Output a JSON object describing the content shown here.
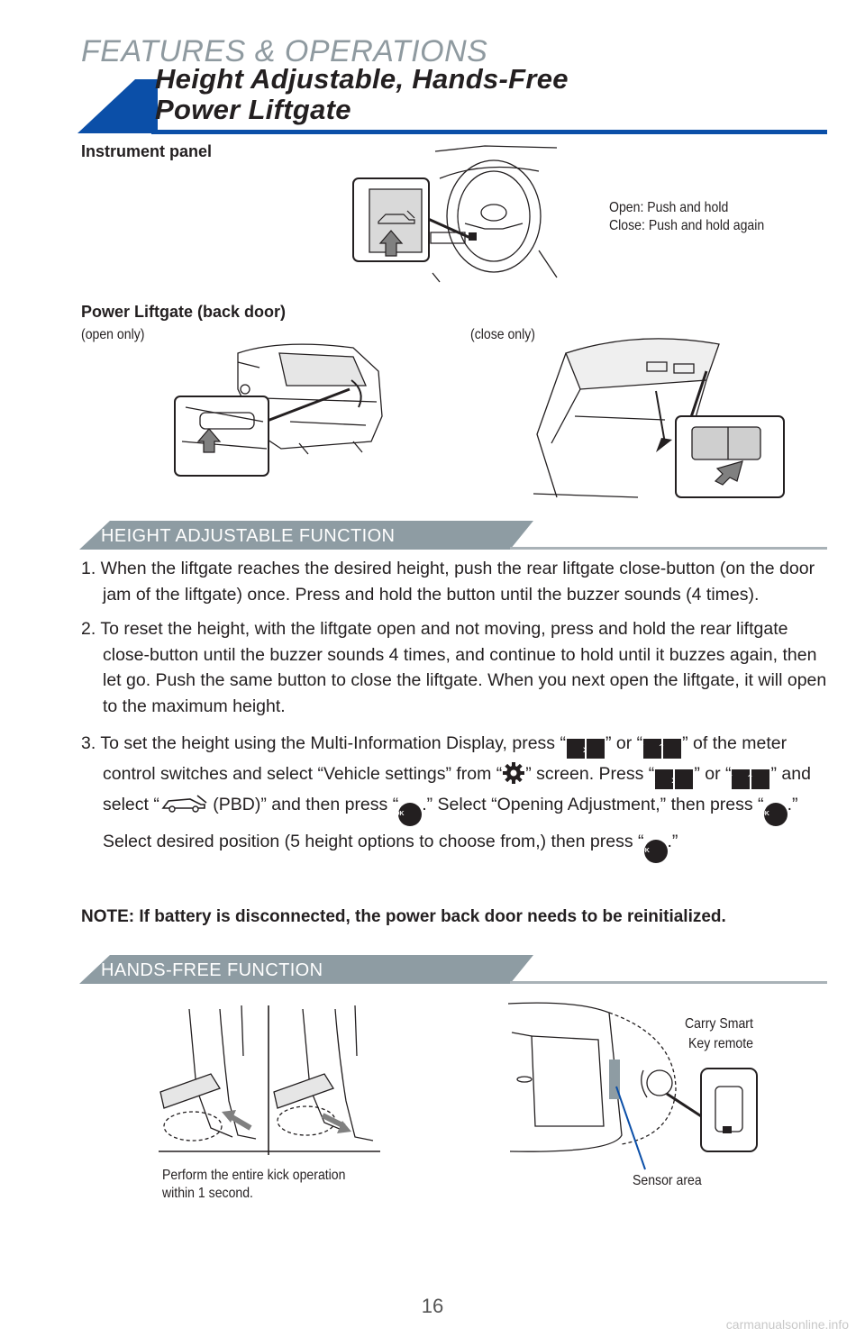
{
  "header": {
    "section": "FEATURES & OPERATIONS",
    "title_line1": "Height Adjustable, Hands-Free",
    "title_line2": "Power Liftgate",
    "accent_color": "#0b4fa8",
    "band_color": "#8e9ca3"
  },
  "instrument_panel": {
    "heading": "Instrument panel",
    "caption_line1": "Open: Push and hold",
    "caption_line2": "Close: Push and hold again"
  },
  "liftgate": {
    "heading": "Power Liftgate (back door)",
    "open_label": "(open only)",
    "close_label": "(close only)"
  },
  "height_section": {
    "band": "HEIGHT ADJUSTABLE FUNCTION",
    "step1": "1. When the liftgate reaches the desired height, push the rear liftgate close-button (on the door jam of the liftgate) once. Press and hold the button until the buzzer sounds (4 times).",
    "step2": "2. To reset the height, with the liftgate open and not moving, press and hold the rear liftgate close-button until the buzzer sounds 4 times, and continue to hold until it buzzes again, then let go. Push the same button to close the liftgate. When you next open the liftgate, it will open to the maximum height.",
    "step3": {
      "p1": "3. To set the height using the Multi-Information Display, press “",
      "p2": "” or “",
      "p3": "” of the meter control switches and select “Vehicle settings” from “",
      "p4": "” screen. Press “",
      "p5": "” or “",
      "p6": "” and select “",
      "p7": " (PBD)” and then press “",
      "p8": ".” Select “Opening Adjustment,” then press “",
      "p9": ".” Select desired position (5 height options to choose from,) then press “",
      "p10": ".”",
      "ok_glyph": "OK"
    },
    "note": "NOTE: If battery is disconnected, the power back door needs to be reinitialized."
  },
  "hands_free": {
    "band": "HANDS-FREE FUNCTION",
    "kick_caption_line1": "Perform the entire kick operation",
    "kick_caption_line2": "within 1 second.",
    "carry_line1": "Carry Smart",
    "carry_line2": "Key remote",
    "sensor_label": "Sensor area"
  },
  "footer": {
    "page_number": "16",
    "watermark": "carmanualsonline.info"
  },
  "icons": [
    "left-arrow-icon",
    "right-arrow-icon",
    "down-arrow-icon",
    "up-arrow-icon",
    "gear-icon",
    "car-liftgate-icon",
    "ok-button-icon"
  ]
}
